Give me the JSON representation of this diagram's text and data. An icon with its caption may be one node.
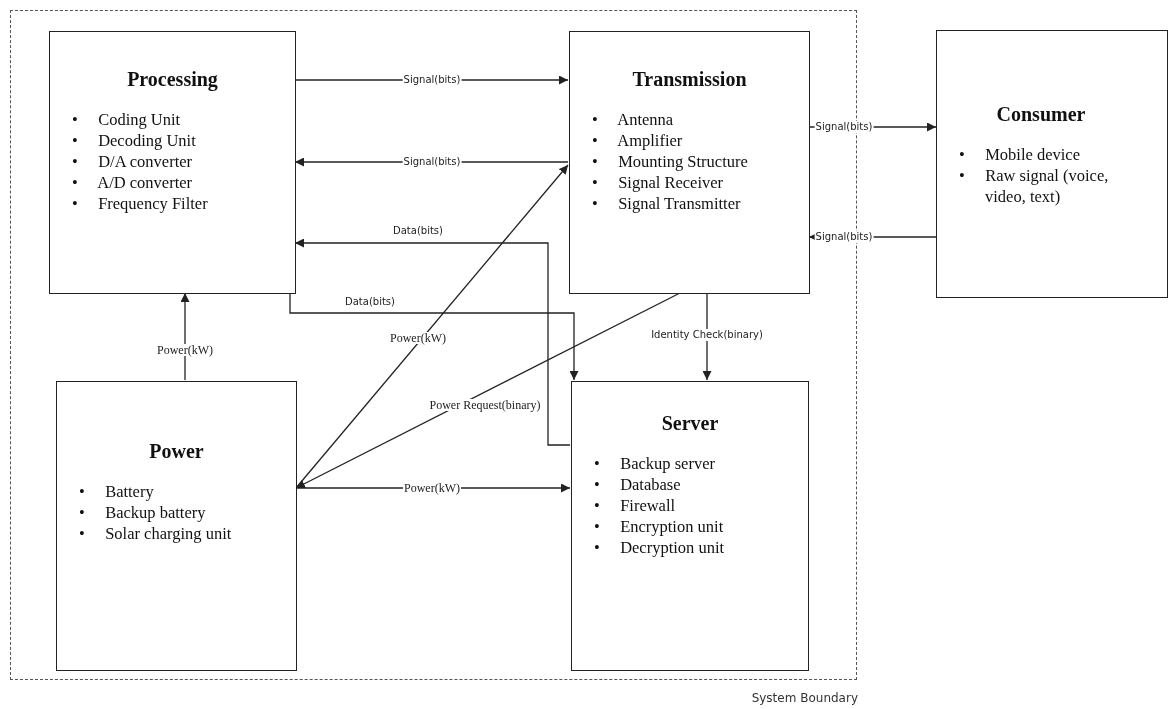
{
  "diagram": {
    "nodes": [
      {
        "text": [
          "System Boundary"
        ]
      },
      {
        "text": [
          "Processing",
          "• Coding Unit",
          "• Decoding Unit",
          "• D/A converter",
          "• A/D converter",
          "• Frequency Filter"
        ],
        "in": 0
      },
      {
        "text": [
          "Transmission",
          "• Antenna",
          "• Amplifier",
          "• Mounting Structure",
          "• Signal Receiver",
          "• Signal Transmitter"
        ],
        "in": 0
      },
      {
        "text": [
          "Consumer",
          "• Mobile device",
          "• Raw signal (voice, video, text)"
        ]
      },
      {
        "text": [
          "Power",
          "• Battery",
          "• Backup battery",
          "• Solar charging unit"
        ],
        "in": 0
      },
      {
        "text": [
          "Server",
          "• Backup server",
          "• Database",
          "• Firewall",
          "• Encryption unit",
          "• Decryption unit"
        ],
        "in": 0
      }
    ],
    "edges": [
      {
        "from": 1,
        "to": 2,
        "arrow": "to",
        "label": "Signal(bits)"
      },
      {
        "from": 2,
        "to": 1,
        "arrow": "to",
        "label": "Signal(bits)"
      },
      {
        "from": 5,
        "to": 1,
        "arrow": "to",
        "label": "Data(bits)"
      },
      {
        "from": 1,
        "to": 5,
        "arrow": "to",
        "label": "Data(bits)"
      },
      {
        "from": 4,
        "to": 2,
        "arrow": "to",
        "label": "Power(kW)"
      },
      {
        "from": 2,
        "to": 4,
        "arrow": "to",
        "label": "Power Request(binary)"
      },
      {
        "from": 4,
        "to": 1,
        "arrow": "to",
        "label": "Power(kW)"
      },
      {
        "from": 4,
        "to": 5,
        "arrow": "to",
        "label": "Power(kW)"
      },
      {
        "from": 2,
        "to": 5,
        "arrow": "to",
        "label": "Identity Check(binary)"
      },
      {
        "from": 2,
        "to": 3,
        "arrow": "to",
        "label": "Signal(bits)"
      },
      {
        "from": 3,
        "to": 2,
        "arrow": "to",
        "label": "Signal(bits)"
      }
    ]
  }
}
